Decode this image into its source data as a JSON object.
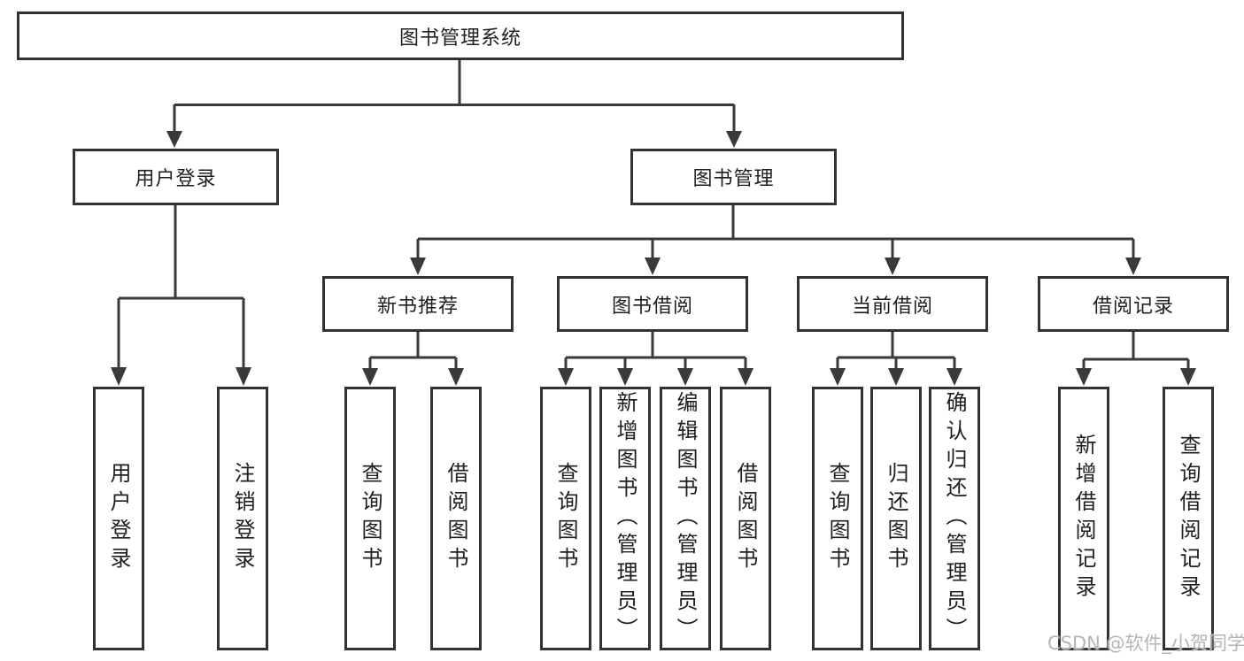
{
  "root": {
    "label": "图书管理系统"
  },
  "level2": {
    "user_login": "用户登录",
    "book_mgmt": "图书管理"
  },
  "level3": {
    "new_books": "新书推荐",
    "borrow": "图书借阅",
    "current": "当前借阅",
    "records": "借阅记录"
  },
  "level4": {
    "g1": [
      "用户登录",
      "注销登录"
    ],
    "g2": [
      "查询图书",
      "借阅图书"
    ],
    "g3": [
      "查询图书",
      "新增图书（管理员）",
      "编辑图书（管理员）",
      "借阅图书"
    ],
    "g4": [
      "查询图书",
      "归还图书",
      "确认归还（管理员）"
    ],
    "g5": [
      "新增借阅记录",
      "查询借阅记录"
    ]
  },
  "watermark": "CSDN @软件_小贺同学",
  "colors": {
    "border": "#333333",
    "line": "#3a3a3a",
    "text": "#1f1f1f",
    "background": "#ffffff",
    "watermark": "#b5b5b5"
  }
}
